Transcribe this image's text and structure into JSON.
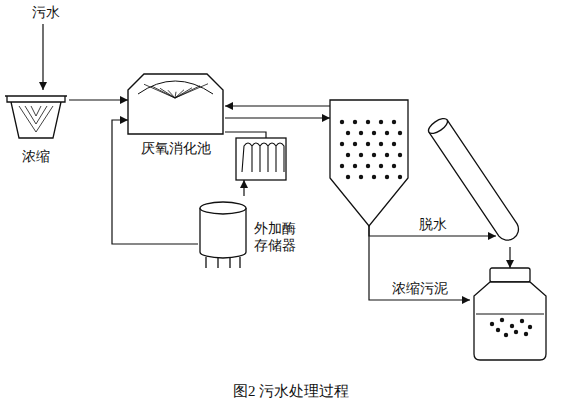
{
  "diagram": {
    "caption": "图2 污水处理过程",
    "nodes": [
      {
        "text": [
          "浓缩"
        ]
      },
      {
        "text": [
          "厌氧消化池"
        ]
      },
      {
        "text": []
      },
      {
        "text": [
          "外加酶 存储器"
        ]
      },
      {
        "text": []
      },
      {
        "text": []
      },
      {
        "text": []
      }
    ],
    "edges": [
      {
        "from": 0,
        "to": 1,
        "arrow": "to"
      },
      {
        "from": 3,
        "to": 1,
        "arrow": "to"
      },
      {
        "from": 1,
        "to": 4,
        "arrow": "to"
      },
      {
        "from": 4,
        "to": 1,
        "arrow": "to"
      },
      {
        "from": 1,
        "to": 2,
        "arrow": "none"
      },
      {
        "from": 3,
        "to": 2,
        "arrow": "to"
      },
      {
        "from": 4,
        "to": 5,
        "label": "脱水",
        "arrow": "to"
      },
      {
        "from": 4,
        "to": 6,
        "label": "浓缩污泥",
        "arrow": "to"
      },
      {
        "from": 5,
        "to": 6,
        "arrow": "to"
      }
    ],
    "labels": [
      "污水"
    ]
  }
}
